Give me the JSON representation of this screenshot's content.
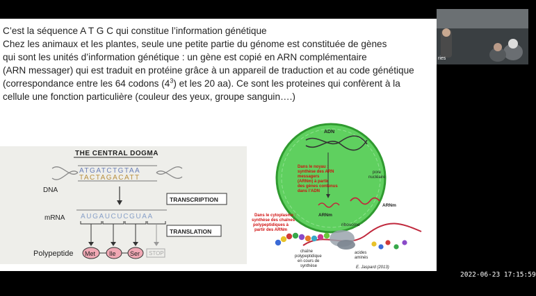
{
  "slide": {
    "paragraph": {
      "line1": "C’est la  séquence A T G C qui constitue l’information génétique",
      "line2": "Chez les animaux et les plantes, seule une petite partie du génome est constituée de gènes",
      "line3": "qui sont les unités d’information génétique : un gène est copié en ARN complémentaire",
      "line4": "(ARN messager) qui est traduit en protéine grâce à un appareil de traduction et au code génétique",
      "line5_before_sup": "(correspondance entre les 64 codons (4",
      "line5_sup": "3",
      "line5_after_sup": ") et les 20 aa). Ce sont les proteines qui confèrent à la",
      "line6": "cellule une fonction particulière (couleur des yeux, groupe sanguin….)"
    },
    "dogma": {
      "title": "THE CENTRAL DOGMA",
      "dna_label": "DNA",
      "dna_top": "ATGATCTGTAA",
      "dna_bottom": "TACTAGACATT",
      "mrna_label": "mRNA",
      "mrna_seq": "AUGAUCUCGUAA",
      "transcription_label": "TRANSCRIPTION",
      "translation_label": "TRANSLATION",
      "polypeptide_label": "Polypeptide",
      "aa1": "Met",
      "aa2": "Ile",
      "aa3": "Ser",
      "stop": "STOP"
    },
    "cell": {
      "adn": "ADN",
      "nucleus_text1": "Dans le noyau :",
      "nucleus_text2": "synthèse des ARN",
      "nucleus_text3": "messagers",
      "nucleus_text4": "(ARNm) à partir",
      "nucleus_text5": "des gènes contenus",
      "nucleus_text6": "dans l’ADN",
      "arnm_inner": "ARNm",
      "pore1": "pore",
      "pore2": "nucléaire",
      "cyto1": "Dans le cytoplasme :",
      "cyto2": "synthèse des chaînes",
      "cyto3": "polypeptidiques à",
      "cyto4": "partir des ARNm",
      "arnm_outer": "ARNm",
      "ribosome": "ribosome",
      "chain1": "chaîne",
      "chain2": "polypeptidique",
      "chain3": "en cours de",
      "chain4": "synthèse",
      "amino1": "acides",
      "amino2": "aminés",
      "credit": "E. Jaspard (2013)"
    }
  },
  "video": {
    "label": "ries"
  },
  "timestamp": "2022-06-23  17:15:59",
  "colors": {
    "background": "#000000",
    "slide": "#ffffff",
    "nucleus_fill": "#5fd05f",
    "nucleus_stroke": "#2f9a2f",
    "red_text": "#d01010",
    "arnm_wave": "#c0283c",
    "dna_top_color": "#6a7fb8",
    "dna_bottom_color": "#b89040",
    "mrna_color": "#88a0c8"
  }
}
